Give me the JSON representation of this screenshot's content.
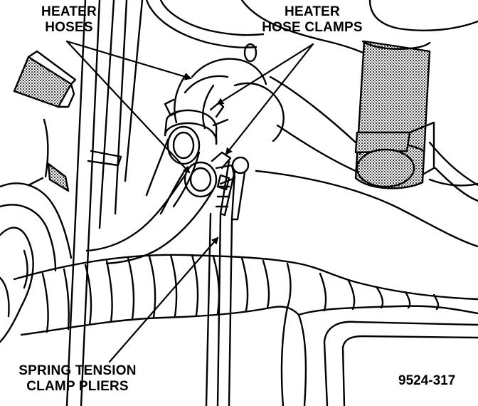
{
  "labels": {
    "heater_hoses": [
      "HEATER",
      "HOSES"
    ],
    "heater_hose_clamps": [
      "HEATER",
      "HOSE CLAMPS"
    ],
    "spring_tension_clamp_pliers": [
      "SPRING TENSION",
      "CLAMP PLIERS"
    ]
  },
  "figure_number": "9524-317",
  "colors": {
    "ink": "#000000",
    "paper": "#ffffff",
    "stipple": "#5a5a5a"
  }
}
